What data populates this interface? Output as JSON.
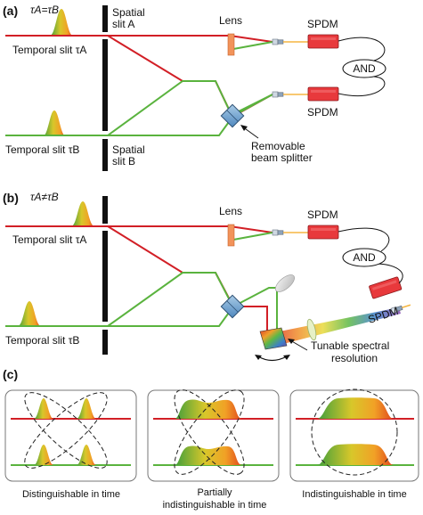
{
  "panel_a": {
    "tag": "(a)",
    "condition": "τA=τB",
    "spatial_slit_a": [
      "Spatial",
      "slit A"
    ],
    "spatial_slit_b": [
      "Spatial",
      "slit B"
    ],
    "temporal_slit_a": "Temporal slit τA",
    "temporal_slit_b": "Temporal slit τB",
    "lens": "Lens",
    "detector_top": "SPDM",
    "detector_bottom": "SPDM",
    "and_gate": "AND",
    "beam_splitter": [
      "Removable",
      "beam splitter"
    ]
  },
  "panel_b": {
    "tag": "(b)",
    "condition": "τA≠τB",
    "temporal_slit_a": "Temporal slit τA",
    "temporal_slit_b": "Temporal slit τB",
    "lens": "Lens",
    "detector_top": "SPDM",
    "detector_bottom": "SPDM",
    "and_gate": "AND",
    "spectral": [
      "Tunable spectral",
      "resolution"
    ]
  },
  "panel_c": {
    "tag": "(c)",
    "captions": [
      [
        "Distinguishable in time"
      ],
      [
        "Partially",
        "indistinguishable in time"
      ],
      [
        "Indistinguishable in time"
      ]
    ]
  },
  "colors": {
    "red_beam": "#d21f26",
    "green_beam": "#5ab33e",
    "detector": "#e8393c",
    "lens": "#f2935a",
    "fiber": "#f5b642"
  }
}
